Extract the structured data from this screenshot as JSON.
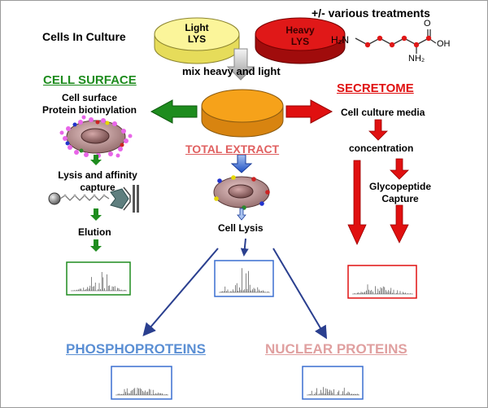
{
  "texts": {
    "cells_in_culture": "Cells In Culture",
    "light_lys": [
      "Light",
      "LYS"
    ],
    "heavy_lys": [
      "Heavy",
      "LYS"
    ],
    "treatments": "+/- various treatments",
    "mix": "mix heavy and light",
    "cell_surface_heading": "CELL SURFACE",
    "cell_surface_desc": [
      "Cell surface",
      "Protein biotinylation"
    ],
    "lysis_affinity": [
      "Lysis and affinity",
      "capture"
    ],
    "elution": "Elution",
    "total_extract": "TOTAL EXTRACT",
    "cell_lysis": "Cell Lysis",
    "secretome_heading": "SECRETOME",
    "cell_culture_media": "Cell culture media",
    "concentration": "concentration",
    "glycopeptide": [
      "Glycopeptide",
      "Capture"
    ],
    "phosphoproteins": "PHOSPHOPROTEINS",
    "nuclear_proteins": "NUCLEAR PROTEINS"
  },
  "molecule": {
    "h2n": "H₂N",
    "nh2": "NH₂",
    "o": "O",
    "oh": "OH"
  },
  "colors": {
    "cell_surface": "#1e8c1e",
    "secretome": "#e01010",
    "total_extract": "#e06060",
    "phosphoproteins": "#5b8fd4",
    "nuclear_proteins": "#e0a0a0",
    "light_dish": "#fbf59a",
    "heavy_dish": "#e01818",
    "mixed_dish": "#f6a21a",
    "blue_arrow": "#2a3f8f"
  }
}
